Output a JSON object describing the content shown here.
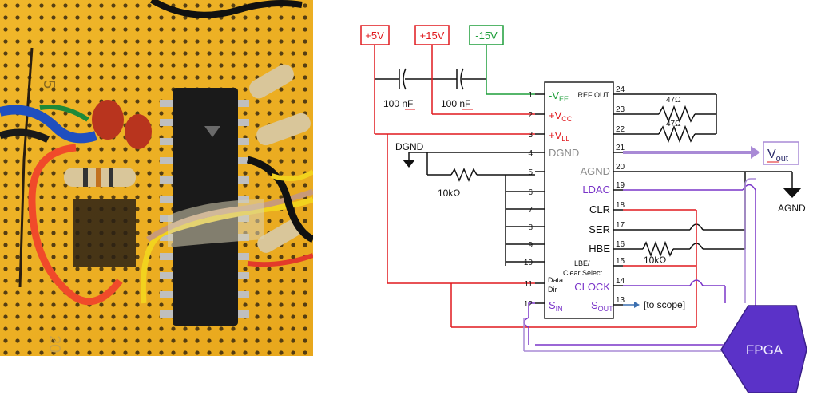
{
  "photo": {
    "board_labels": [
      "5",
      "20"
    ]
  },
  "schematic": {
    "supplies": [
      {
        "label": "+5V",
        "color": "#e0191e"
      },
      {
        "label": "+15V",
        "color": "#e0191e"
      },
      {
        "label": "-15V",
        "color": "#1e9e3a"
      }
    ],
    "capacitors": [
      "100 nF",
      "100 nF"
    ],
    "resistors": [
      "47Ω",
      "47Ω",
      "10kΩ",
      "10kΩ"
    ],
    "dgnd_label": "DGND",
    "agnd_label": "AGND",
    "vout_label": "V",
    "vout_sub": "out",
    "scope_label": "[to scope]",
    "fpga_label": "FPGA",
    "chip": {
      "left_pins": [
        "1",
        "2",
        "3",
        "4",
        "5",
        "6",
        "7",
        "8",
        "9",
        "10",
        "11",
        "12"
      ],
      "right_pins": [
        "24",
        "23",
        "22",
        "21",
        "20",
        "19",
        "18",
        "17",
        "16",
        "15",
        "14",
        "13"
      ],
      "left_labels": {
        "vee": {
          "main": "-V",
          "sub": "EE"
        },
        "vcc": {
          "main": "+V",
          "sub": "CC"
        },
        "vll": {
          "main": "+V",
          "sub": "LL"
        },
        "dgnd": "DGND",
        "datadir": [
          "Data",
          "Dir"
        ],
        "sin": {
          "main": "S",
          "sub": "IN"
        }
      },
      "right_labels": {
        "refout": "REF OUT",
        "agnd": "AGND",
        "ldac": "LDAC",
        "clr": "CLR",
        "ser": "SER",
        "hbe": "HBE",
        "lbe": [
          "LBE/",
          "Clear Select"
        ],
        "clock": "CLOCK",
        "sout": {
          "main": "S",
          "sub": "OUT"
        }
      }
    },
    "colors": {
      "red": "#e0191e",
      "green": "#1e9e3a",
      "purple": "#7a35c9",
      "lavender": "#a98ad6",
      "blue": "#3b6fb0",
      "gray": "#8a8a8a"
    }
  }
}
